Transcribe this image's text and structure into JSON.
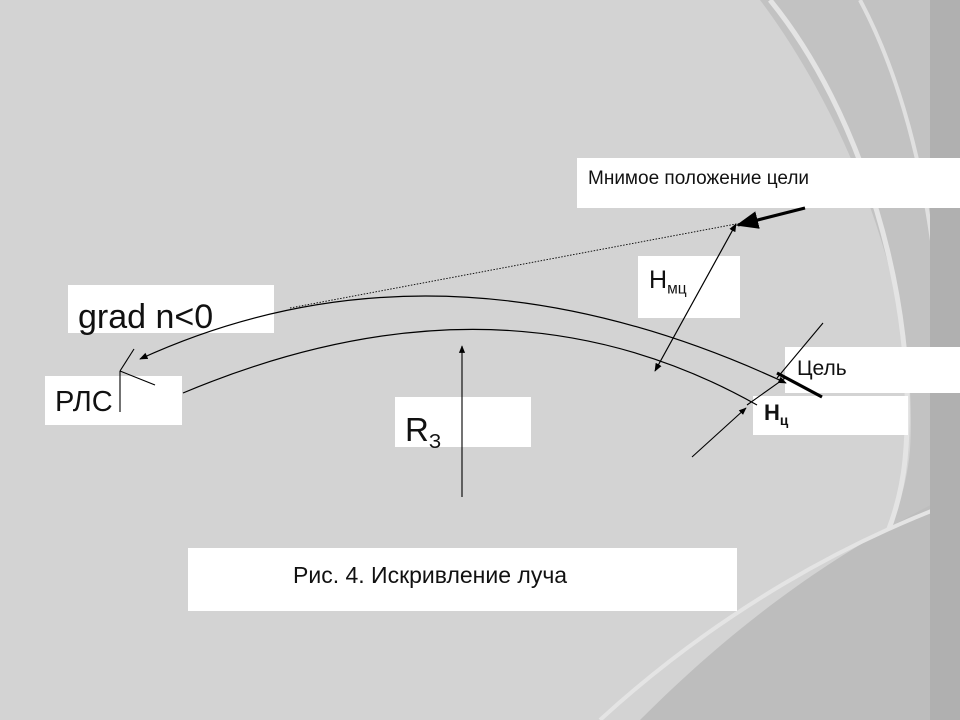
{
  "colors": {
    "background": "#d3d3d3",
    "panel": "#c8c8c8",
    "corner": "#b4b4b4",
    "box": "#ffffff",
    "line": "#000000"
  },
  "labels": {
    "apparent_position": "Мнимое положение цели",
    "h_main": "Н",
    "h_mc_sub": "мц",
    "grad": "grad n<0",
    "target": "Цель",
    "rls": "РЛС",
    "r_main": "R",
    "r_sub": "З",
    "hc_main": "Н",
    "hc_sub": "ц",
    "caption": "Рис. 4. Искривление луча"
  }
}
